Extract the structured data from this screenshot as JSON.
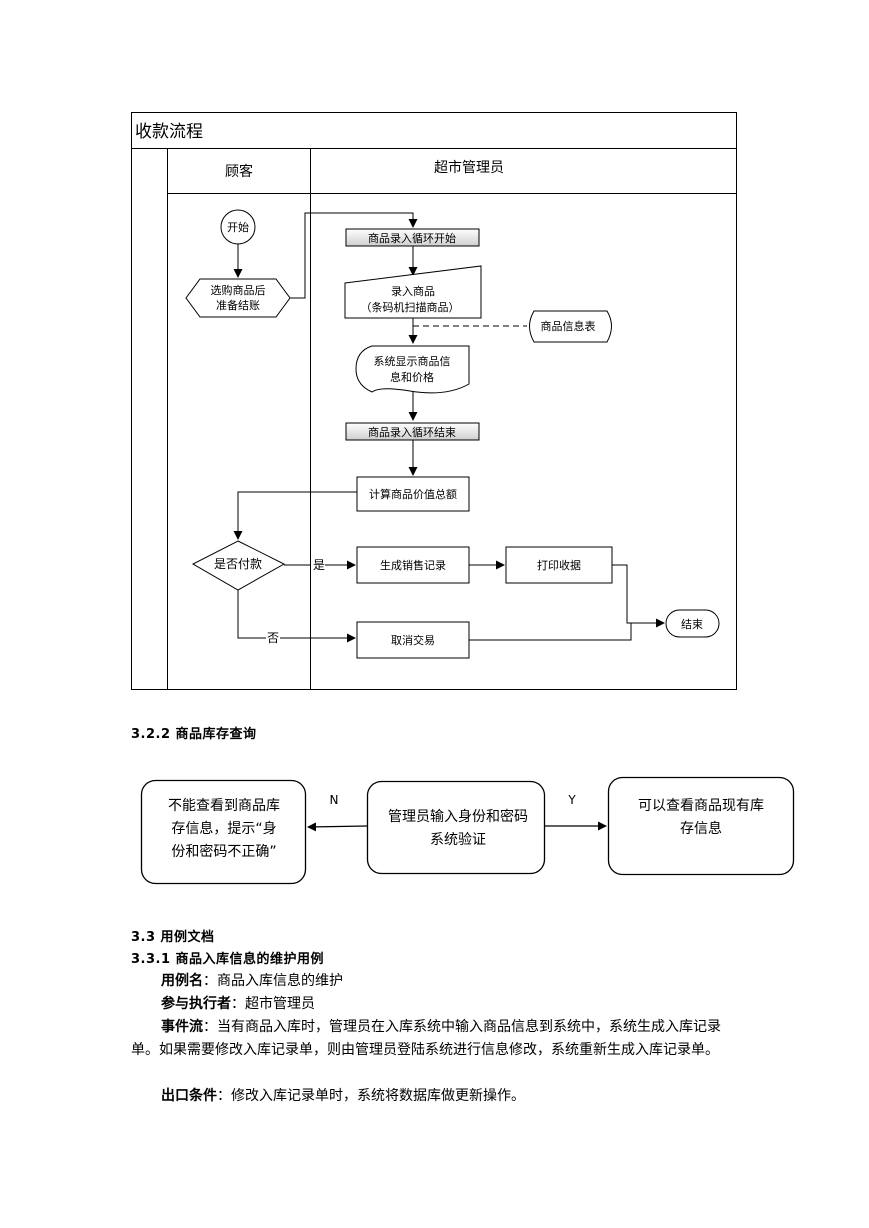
{
  "flow1": {
    "title": "收款流程",
    "lane_customer": "顾客",
    "lane_manager": "超市管理员",
    "start": "开始",
    "select_line1": "选购商品后",
    "select_line2": "准备结账",
    "loop_start": "商品录入循环开始",
    "input_line1": "录入商品",
    "input_line2": "（条码机扫描商品）",
    "product_table": "商品信息表",
    "display_line1": "系统显示商品信",
    "display_line2": "息和价格",
    "loop_end": "商品录入循环结束",
    "calc_total": "计算商品价值总额",
    "pay_decision": "是否付款",
    "yes": "是",
    "no": "否",
    "gen_record": "生成销售记录",
    "print_receipt": "打印收据",
    "cancel": "取消交易",
    "end": "结束"
  },
  "section_322": "3.2.2 商品库存查询",
  "flow2": {
    "fail_line1": "不能查看到商品库",
    "fail_line2": "存信息，提示“身",
    "fail_line3": "份和密码不正确”",
    "verify_line1": "管理员输入身份和密码",
    "verify_line2": "系统验证",
    "ok_line1": "可以查看商品现有库",
    "ok_line2": "存信息",
    "n": "N",
    "y": "Y"
  },
  "section_33": "3.3 用例文档",
  "section_331": "3.3.1 商品入库信息的维护用例",
  "usecase": {
    "name_label": "用例名",
    "name_value": "：商品入库信息的维护",
    "actor_label": "参与执行者",
    "actor_value": "：超市管理员",
    "flow_label": "事件流",
    "flow_value": "：当有商品入库时，管理员在入库系统中输入商品信息到系统中，系统生成入库记录单。如果需要修改入库记录单，则由管理员登陆系统进行信息修改，系统重新生成入库记录单。",
    "exit_label": "出口条件",
    "exit_value": "：修改入库记录单时，系统将数据库做更新操作。"
  }
}
